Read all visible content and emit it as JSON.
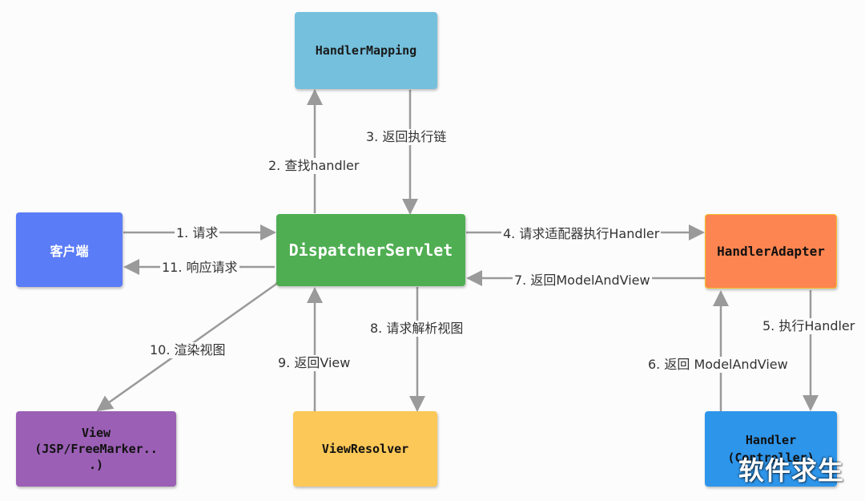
{
  "nodes": {
    "handler_mapping": {
      "label": "HandlerMapping",
      "color": "#74c0dd"
    },
    "client": {
      "label": "客户端",
      "color": "#5b7cf7"
    },
    "dispatcher": {
      "label": "DispatcherServlet",
      "color": "#4fae52"
    },
    "handler_adapter": {
      "label": "HandlerAdapter",
      "color": "#fd8551"
    },
    "view": {
      "line1": "View",
      "line2": "(JSP/FreeMarker..",
      "line3": ".)",
      "color": "#9b5fb5"
    },
    "view_resolver": {
      "label": "ViewResolver",
      "color": "#fcc857"
    },
    "handler": {
      "line1": "Handler",
      "line2": "(Controller)",
      "color": "#2d95ea"
    }
  },
  "edges": {
    "e1": "1. 请求",
    "e2": "2. 查找handler",
    "e3": "3. 返回执行链",
    "e4": "4. 请求适配器执行Handler",
    "e5": "5. 执行Handler",
    "e6": "6. 返回 ModelAndView",
    "e7": "7. 返回ModelAndView",
    "e8": "8. 请求解析视图",
    "e9": "9. 返回View",
    "e10": "10. 渲染视图",
    "e11": "11. 响应请求"
  },
  "watermark": "软件求生",
  "edge_color": "#9a9a9a"
}
